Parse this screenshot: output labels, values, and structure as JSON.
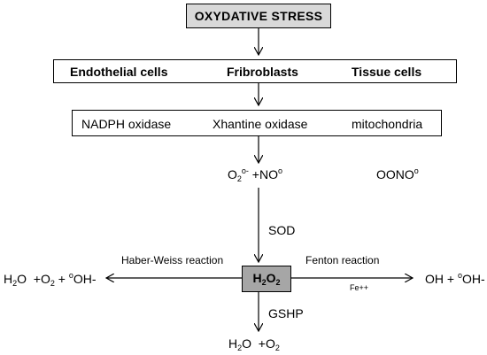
{
  "title": "OXYDATIVE STRESS",
  "cells": [
    "Endothelial cells",
    "Fribroblasts",
    "Tissue cells"
  ],
  "enzymes": [
    "NADPH oxidase",
    "Xhantine oxidase",
    "mitochondria"
  ],
  "radicals": {
    "o2_base": "O",
    "o2_sub": "2",
    "o2_sup": "o-",
    "no_text": " +NO",
    "no_sup": "o",
    "oono_text": "OONO",
    "oono_sup": "o"
  },
  "sod": "SOD",
  "h2o2": {
    "base": "H",
    "sub1": "2",
    "mid": "O",
    "sub2": "2"
  },
  "haber_weiss": "Haber-Weiss reaction",
  "fenton": "Fenton reaction",
  "fe": "Fe++",
  "left_products": {
    "h2o_h": "H",
    "h2o_sub": "2",
    "h2o_o": "O  +O",
    "o2_sub": "2",
    "plus": " + ",
    "oh_sup": "o",
    "oh": "OH-"
  },
  "right_products": {
    "oh_text": "OH + ",
    "oh_sup": "o",
    "oh2": "OH-"
  },
  "gshp": "GSHP",
  "bottom_products": {
    "h": "H",
    "h_sub": "2",
    "o_plus": "O  +O",
    "o_sub": "2"
  }
}
